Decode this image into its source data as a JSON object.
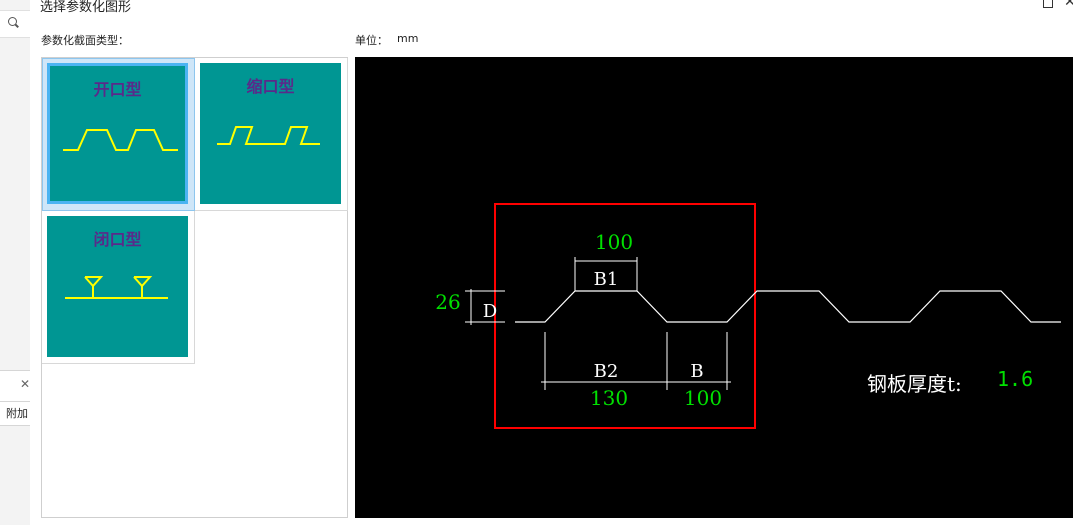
{
  "background_app": {
    "attach_label": "附加"
  },
  "dialog": {
    "title": "选择参数化图形",
    "section_type_label": "参数化截面类型：",
    "unit_label": "单位：",
    "unit_value": "mm"
  },
  "section_types": [
    {
      "label": "开口型",
      "selected": true
    },
    {
      "label": "缩口型",
      "selected": false
    },
    {
      "label": "闭口型",
      "selected": false
    }
  ],
  "preview": {
    "dims": {
      "b1_value": "100",
      "b1_label": "B1",
      "d_value": "26",
      "d_label": "D",
      "b2_value": "130",
      "b2_label": "B2",
      "b_value": "100",
      "b_label": "B"
    },
    "thickness_label": "钢板厚度t:",
    "thickness_value": "1.6"
  },
  "colors": {
    "thumb_bg": "#009693",
    "profile_line": "#ffff00",
    "dim_value": "#00e000",
    "highlight_box": "#ff0000",
    "preview_bg": "#000000",
    "selection_border": "#4bb4f2"
  }
}
